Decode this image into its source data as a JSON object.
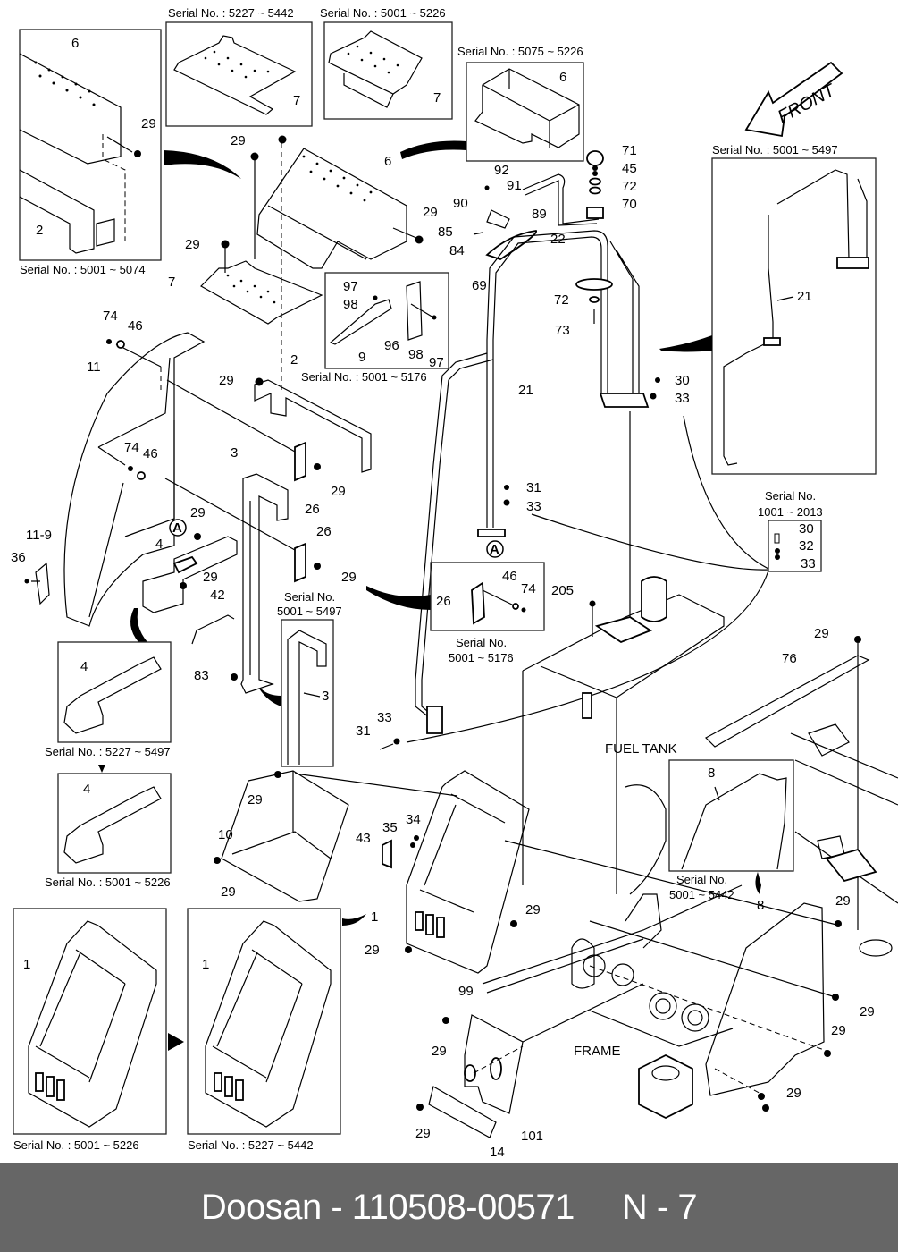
{
  "diagram": {
    "title_footer": "Doosan - 110508-00571     N - 7",
    "brand": "Doosan",
    "part_number": "110508-00571",
    "page_code": "N - 7",
    "direction_arrow": "FRONT",
    "region_labels": {
      "fuel_tank": "FUEL TANK",
      "frame": "FRAME"
    },
    "reference_marker": "A",
    "serial_ranges": {
      "s1": "Serial No. : 5227 ~ 5442",
      "s2": "Serial No. : 5001 ~ 5226",
      "s3": "Serial No. : 5075 ~ 5226",
      "s4": "Serial No. : 5001 ~ 5074",
      "s5": "Serial No. : 5001 ~ 5497",
      "s6": "Serial No. : 5001 ~ 5176",
      "s7a": "Serial No.",
      "s7b": "5001 ~ 5497",
      "s8a": "Serial No.",
      "s8b": "5001 ~ 5176",
      "s9a": "Serial No.",
      "s9b": "1001 ~ 2013",
      "s10": "Serial No. : 5227 ~ 5497",
      "s11": "Serial No. : 5001 ~ 5226",
      "s12a": "Serial No.",
      "s12b": "5001 ~ 5442",
      "s13": "Serial No. : 5001 ~ 5226",
      "s14": "Serial No. : 5227 ~ 5442"
    },
    "callouts": {
      "c6a": "6",
      "c7a": "7",
      "c7b": "7",
      "c6b": "6",
      "c29a": "29",
      "c2a": "2",
      "c29b": "29",
      "c6c": "6",
      "c29c": "29",
      "c29d": "29",
      "c7c": "7",
      "c71": "71",
      "c45": "45",
      "c72a": "72",
      "c70": "70",
      "c92": "92",
      "c91": "91",
      "c90": "90",
      "c89": "89",
      "c85": "85",
      "c84": "84",
      "c22": "22",
      "c69": "69",
      "c72b": "72",
      "c73": "73",
      "c21a": "21",
      "c21b": "21",
      "c97a": "97",
      "c98a": "98",
      "c9": "9",
      "c96": "96",
      "c98b": "98",
      "c97b": "97",
      "c74a": "74",
      "c46a": "46",
      "c11": "11",
      "c29e": "29",
      "c2b": "2",
      "c30a": "30",
      "c33a": "33",
      "c74b": "74",
      "c46b": "46",
      "c3a": "3",
      "c29f": "29",
      "c26a": "26",
      "c31a": "31",
      "c33b": "33",
      "c29g": "29",
      "cA1": "A",
      "c4a": "4",
      "c26b": "26",
      "c11_9": "11-9",
      "c36": "36",
      "c29h": "29",
      "c29i": "29",
      "c42": "42",
      "c3b": "3",
      "c83": "83",
      "c26c": "26",
      "c46c": "46",
      "c74c": "74",
      "c205": "205",
      "c30b": "30",
      "c32": "32",
      "c33c": "33",
      "c29j": "29",
      "c76": "76",
      "c4b": "4",
      "c33d": "33",
      "c31b": "31",
      "c4c": "4",
      "c8a": "8",
      "c29k": "29",
      "c10": "10",
      "c29l": "29",
      "c43": "43",
      "c35": "35",
      "c34": "34",
      "c1a": "1",
      "c29m": "29",
      "c29n": "29",
      "c99": "99",
      "c8b": "8",
      "c29o": "29",
      "c29p": "29",
      "c29q": "29",
      "c29r": "29",
      "c29s": "29",
      "c29t": "29",
      "c101": "101",
      "c14": "14",
      "c1b": "1",
      "c1c": "1"
    }
  }
}
